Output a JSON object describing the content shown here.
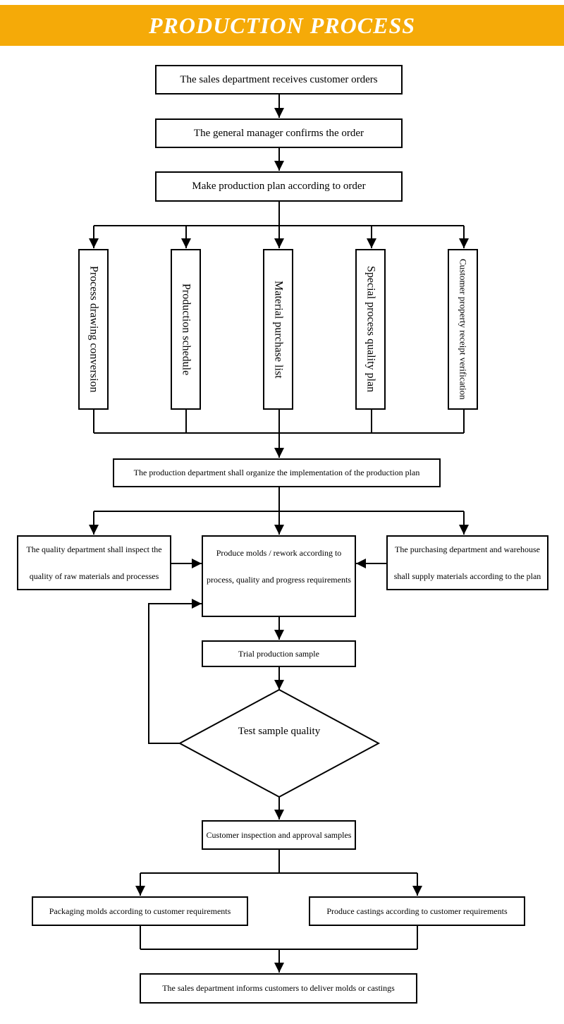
{
  "header": {
    "title": "PRODUCTION PROCESS"
  },
  "colors": {
    "banner": "#f5aa08",
    "lines": "#000000",
    "text_on_banner": "#ffffff"
  },
  "steps": {
    "receive_orders": "The sales department receives customer orders",
    "confirm_order": "The general manager confirms the order",
    "make_plan": "Make production plan according to order",
    "branches": [
      "Process drawing conversion",
      "Production schedule",
      "Material purchase list",
      "Special process quality plan",
      "Customer property receipt verification"
    ],
    "organize": "The production department shall organize the implementation of the production plan",
    "quality_inspect": {
      "line1": "The quality department shall inspect the",
      "line2": "quality of raw materials and processes"
    },
    "produce_molds": {
      "line1": "Produce molds / rework according to",
      "line2": "process, quality and progress requirements"
    },
    "purchasing": {
      "line1": "The purchasing department and warehouse",
      "line2": "shall supply materials according to the plan"
    },
    "trial_sample": "Trial production sample",
    "test_quality": "Test sample quality",
    "customer_approval": "Customer inspection and approval samples",
    "packaging": "Packaging molds according to customer requirements",
    "castings": "Produce castings according to customer requirements",
    "deliver": "The sales department informs customers to deliver molds or castings"
  }
}
